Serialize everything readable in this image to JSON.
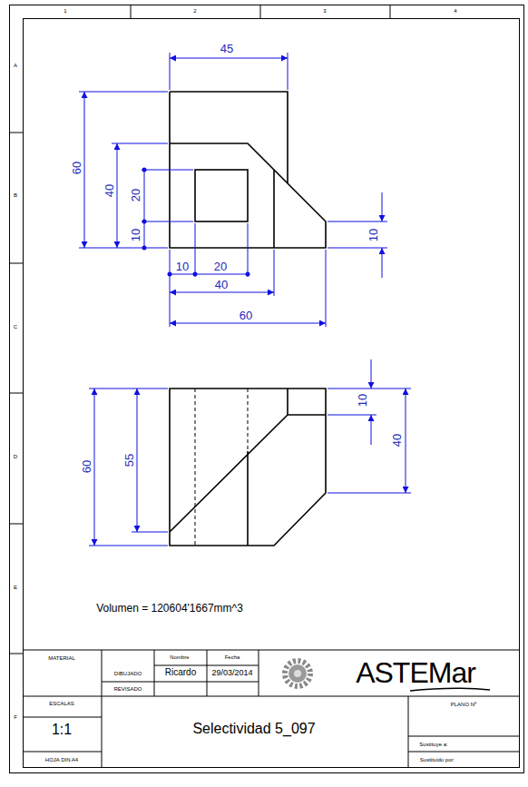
{
  "diagram": {
    "labels": [
      "1",
      "2",
      "3",
      "4",
      "A",
      "B",
      "C",
      "D",
      "E",
      "F",
      "45",
      "60",
      "40",
      "20",
      "10",
      "10",
      "20",
      "40",
      "60",
      "10",
      "60",
      "55",
      "10",
      "40",
      "Volumen = 120604'1667mm^3",
      "MATERIAL",
      "Nombre",
      "Fecha",
      "DIBUJADO",
      "Ricardo",
      "29/03/2014",
      "REVISADO",
      "ASTEMar",
      "ESCALAS",
      "1:1",
      "Selectividad 5_097",
      "PLANO Nº",
      "Sustituye a:",
      "Sustituido por:",
      "HOJA DIN A4"
    ]
  }
}
